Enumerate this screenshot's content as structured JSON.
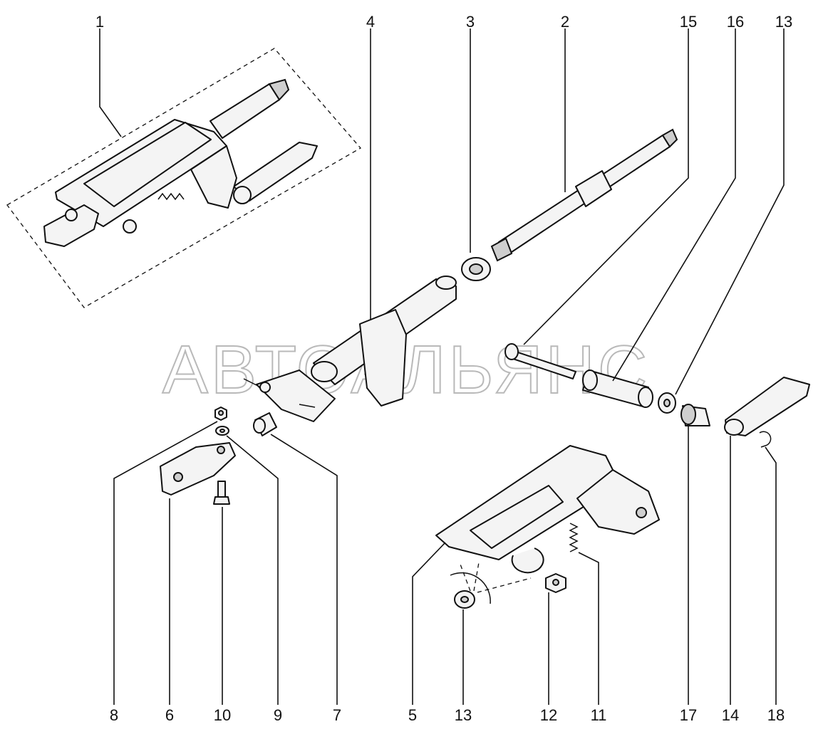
{
  "watermark": "АВТОАЛЬЯНС",
  "callouts": {
    "top": [
      "1",
      "4",
      "3",
      "2",
      "15",
      "16",
      "13"
    ],
    "bottom": [
      "8",
      "6",
      "10",
      "9",
      "7",
      "5",
      "13",
      "12",
      "11",
      "17",
      "14",
      "18"
    ]
  }
}
